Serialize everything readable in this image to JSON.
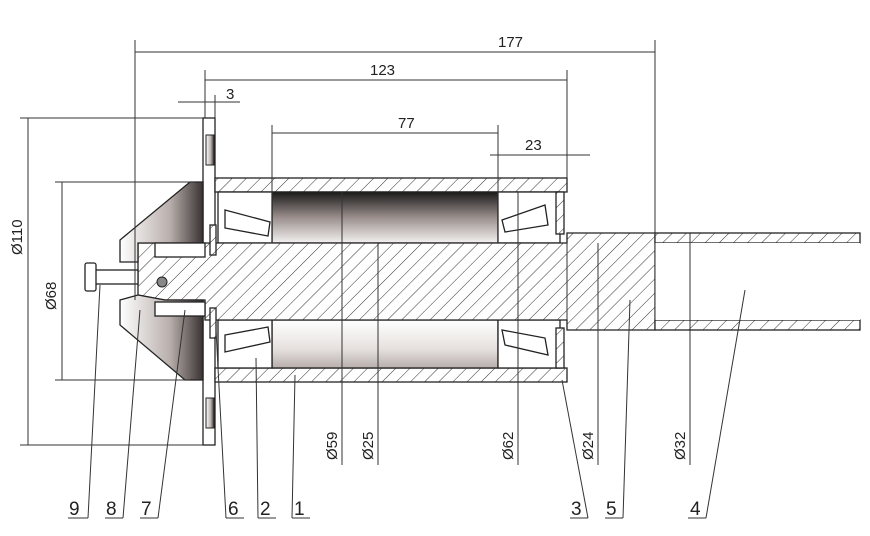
{
  "dimensions": {
    "overall_length": "177",
    "housing_length": "123",
    "flange_thickness": "3",
    "spacer_length": "77",
    "bearing_offset": "23",
    "flange_diameter": "Ø110",
    "cone_diameter": "Ø68",
    "bore_diameter": "Ø59",
    "shaft_diameter": "Ø25",
    "bearing_outer_diameter": "Ø62",
    "shaft_end_diameter": "Ø24",
    "tube_diameter": "Ø32"
  },
  "parts": [
    "9",
    "8",
    "7",
    "6",
    "2",
    "1",
    "3",
    "5",
    "4"
  ]
}
